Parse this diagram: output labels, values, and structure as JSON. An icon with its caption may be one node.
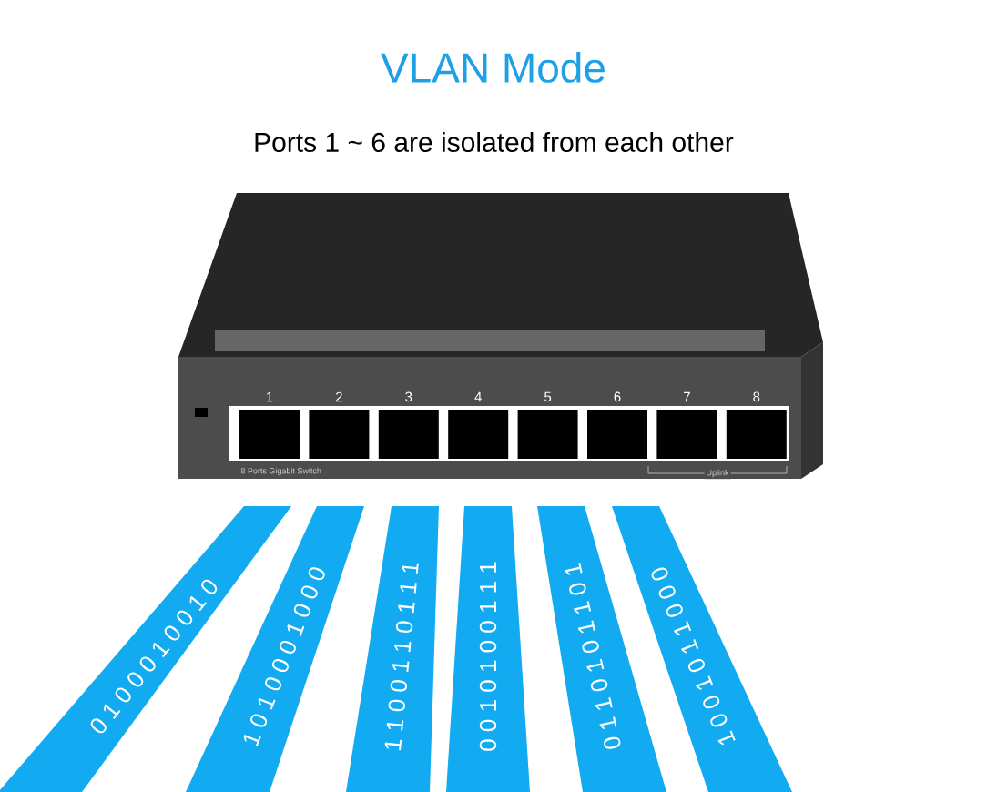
{
  "diagram": {
    "title": "VLAN Mode",
    "nodes": [
      {
        "text": [
          "1"
        ]
      },
      {
        "text": [
          "2"
        ]
      },
      {
        "text": [
          "3"
        ]
      },
      {
        "text": [
          "4"
        ]
      },
      {
        "text": [
          "5"
        ]
      },
      {
        "text": [
          "6"
        ]
      },
      {
        "text": [
          "7"
        ]
      },
      {
        "text": [
          "8"
        ]
      },
      {
        "text": [
          "0 1 0 0 0 1 0 0 1 0"
        ]
      },
      {
        "text": [
          "1 0 1 0 0 0 1 0 0 0"
        ]
      },
      {
        "text": [
          "1 1 0 0 1 1 0 1 1 1"
        ]
      },
      {
        "text": [
          "0 0 1 0 1 0 0 1 1 1"
        ]
      },
      {
        "text": [
          "0 1 1 0 1 0 1 1 0 1"
        ]
      },
      {
        "text": [
          "1 0 0 1 0 1 1 0 0 0"
        ]
      }
    ],
    "labels": [
      "Ports 1 ~ 6 are isolated from each other",
      "8 Ports Gigabit Switch",
      "Uplink"
    ]
  }
}
